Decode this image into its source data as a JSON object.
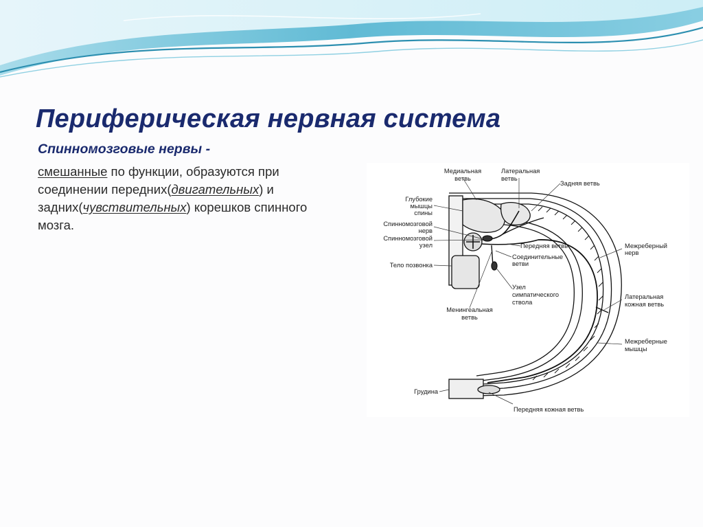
{
  "slide": {
    "title": "Периферическая нервная система",
    "subtitle": "Спинномозговые нервы -",
    "text": {
      "mixed": "смешанные",
      "after_mixed": " по функции, образуются при соединении передних(",
      "motor": "двигательных",
      "mid": ") и задних(",
      "sensory": "чувствительных",
      "end": ") корешков спинного мозга."
    }
  },
  "diagram": {
    "labels": {
      "medial_branch_1": "Медиальная",
      "medial_branch_2": "ветвь",
      "lateral_branch_1": "Латеральная",
      "lateral_branch_2": "ветвь",
      "posterior_branch": "Задняя ветвь",
      "deep_muscles_1": "Глубокие",
      "deep_muscles_2": "мышцы",
      "deep_muscles_3": "спины",
      "spinal_nerve_1": "Спинномозговой",
      "spinal_nerve_2": "нерв",
      "spinal_ganglion_1": "Спинномозговой",
      "spinal_ganglion_2": "узел",
      "vertebral_body": "Тело позвонка",
      "anterior_branch": "Передняя ветвь",
      "communicating_1": "Соединительные",
      "communicating_2": "ветви",
      "intercostal_nerve_1": "Межреберный",
      "intercostal_nerve_2": "нерв",
      "sympathetic_1": "Узел",
      "sympathetic_2": "симпатического",
      "sympathetic_3": "ствола",
      "meningeal_1": "Менингеальная",
      "meningeal_2": "ветвь",
      "lateral_cutaneous_1": "Латеральная",
      "lateral_cutaneous_2": "кожная ветвь",
      "intercostal_muscles_1": "Межреберные",
      "intercostal_muscles_2": "мышцы",
      "sternum": "Грудина",
      "anterior_cutaneous": "Передняя кожная ветвь"
    }
  },
  "colors": {
    "title": "#1a2a6e",
    "wave_dark": "#2c8fb0",
    "wave_light": "#bfe6f0"
  }
}
